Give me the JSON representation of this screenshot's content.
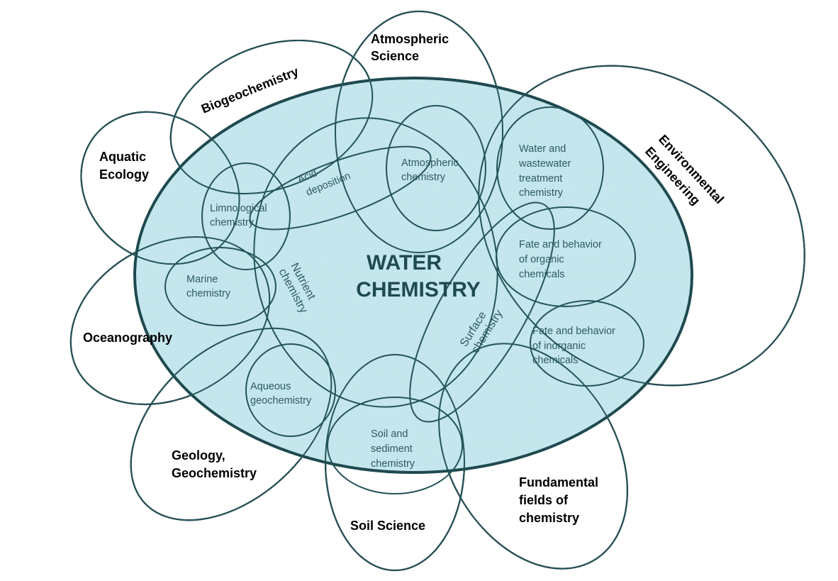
{
  "title": "Water chemistry and related fields",
  "colors": {
    "main_fill": "#c8e9ef",
    "main_stroke": "#1f4a4f",
    "inner_stroke": "#24545a",
    "outer_stroke": "#000000"
  },
  "center": {
    "line1": "WATER",
    "line2": "CHEMISTRY"
  },
  "outer_fields": [
    {
      "id": "biogeochemistry",
      "lines": [
        "Biogeochemistry"
      ]
    },
    {
      "id": "atmospheric-science",
      "lines": [
        "Atmospheric",
        "Science"
      ]
    },
    {
      "id": "environmental-engineering",
      "lines": [
        "Environmental",
        "Engineering"
      ]
    },
    {
      "id": "aquatic-ecology",
      "lines": [
        "Aquatic",
        "Ecology"
      ]
    },
    {
      "id": "oceanography",
      "lines": [
        "Oceanography"
      ]
    },
    {
      "id": "geology-geochemistry",
      "lines": [
        "Geology,",
        "Geochemistry"
      ]
    },
    {
      "id": "soil-science",
      "lines": [
        "Soil Science"
      ]
    },
    {
      "id": "fundamental-fields",
      "lines": [
        "Fundamental",
        "fields of",
        "chemistry"
      ]
    }
  ],
  "inner_subfields": [
    {
      "id": "limnological-chemistry",
      "lines": [
        "Limnological",
        "chemistry"
      ]
    },
    {
      "id": "acid-deposition",
      "lines": [
        "Acid",
        "deposition"
      ]
    },
    {
      "id": "atmospheric-chemistry",
      "lines": [
        "Atmospheric",
        "chemistry"
      ]
    },
    {
      "id": "water-wastewater",
      "lines": [
        "Water and",
        "wastewater",
        "treatment",
        "chemistry"
      ]
    },
    {
      "id": "fate-organic",
      "lines": [
        "Fate and behavior",
        "of organic",
        "chemicals"
      ]
    },
    {
      "id": "fate-inorganic",
      "lines": [
        "Fate and behavior",
        "of inorganic",
        "chemicals"
      ]
    },
    {
      "id": "marine-chemistry",
      "lines": [
        "Marine",
        "chemistry"
      ]
    },
    {
      "id": "nutrient-chemistry",
      "lines": [
        "Nutrient",
        "chemistry"
      ]
    },
    {
      "id": "surface-chemistry",
      "lines": [
        "Surface",
        "chemistry"
      ]
    },
    {
      "id": "aqueous-geochemistry",
      "lines": [
        "Aqueous",
        "geochemistry"
      ]
    },
    {
      "id": "soil-sediment",
      "lines": [
        "Soil and",
        "sediment",
        "chemistry"
      ]
    }
  ]
}
